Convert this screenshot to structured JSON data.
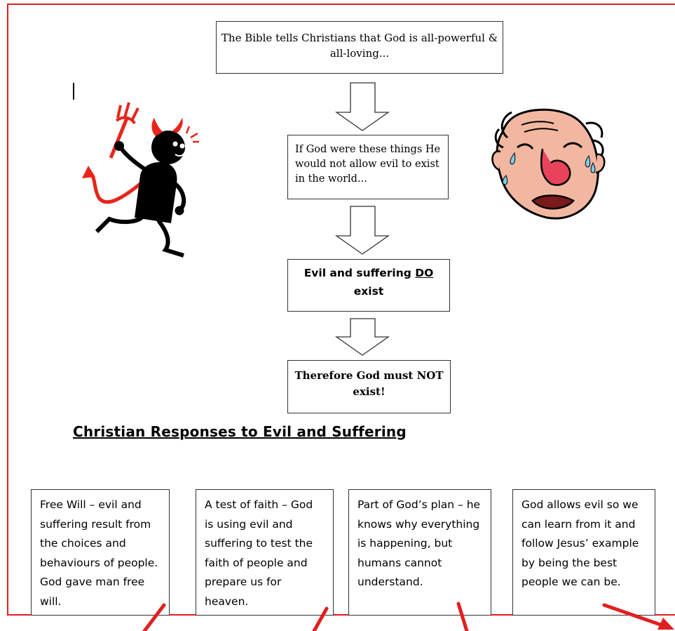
{
  "flow": {
    "step1": "The Bible tells Christians that God is all-powerful & all-loving...",
    "step2": "If God were these things He would not allow evil to exist in the world...",
    "step3_pre": "Evil and suffering ",
    "step3_em": "DO",
    "step3_post": " exist",
    "step4": "Therefore God must NOT exist!"
  },
  "heading": "Christian Responses to Evil and Suffering",
  "responses": [
    "Free Will – evil and suffering result from the choices and behaviours of people. God gave man free will.",
    "A test of faith – God is using evil and suffering to test the faith of people and prepare us for heaven.",
    "Part of God’s plan – he knows why everything is happening, but humans cannot understand.",
    "God allows evil so we can learn from it and follow Jesus’ example by being the best people we can be."
  ],
  "colors": {
    "frame": "#e02020",
    "arrow_red": "#e02020",
    "devil_red": "#e8251a",
    "face_skin": "#f2b7a0",
    "nose": "#e8435a"
  },
  "icons": [
    "devil-icon",
    "crying-face-icon",
    "down-arrow-icon"
  ]
}
